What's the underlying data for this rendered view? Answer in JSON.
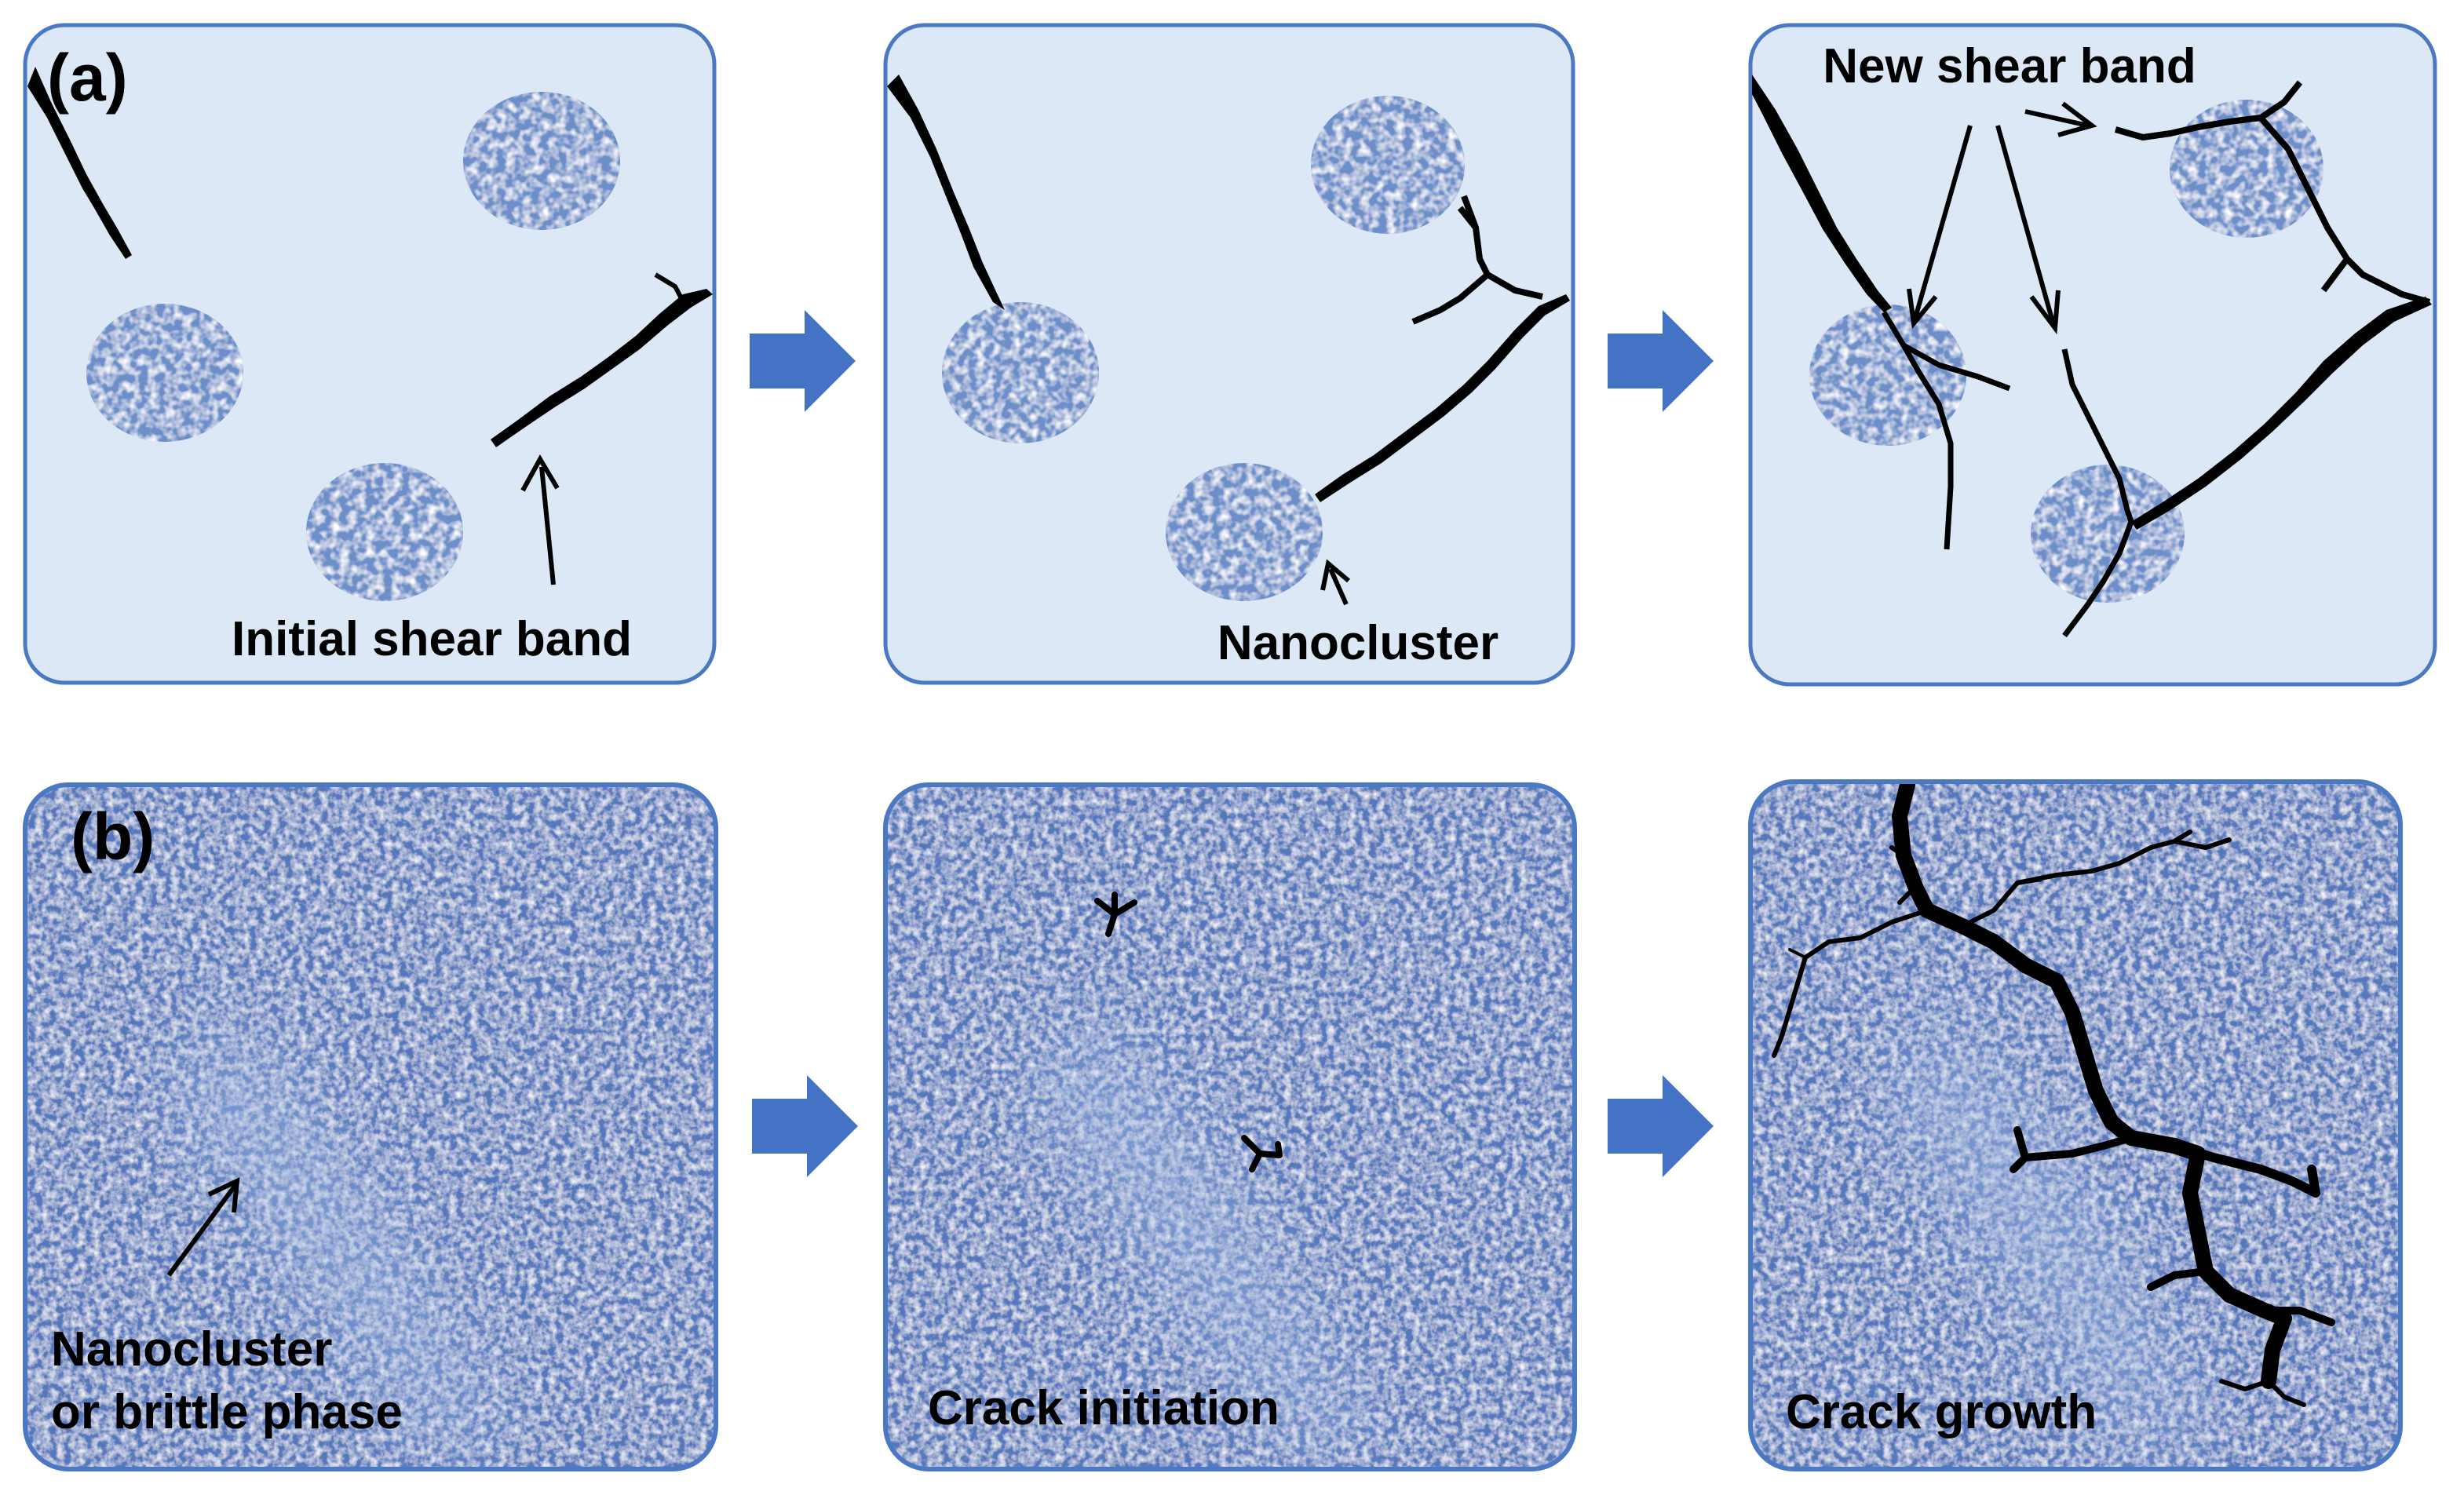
{
  "row_a": {
    "label": "(a)",
    "annotations": {
      "initial_shear_band": "Initial shear band",
      "nanocluster": "Nanocluster",
      "new_shear_band": "New shear band"
    }
  },
  "row_b": {
    "label": "(b)",
    "annotations": {
      "nanocluster_line1": "Nanocluster",
      "nanocluster_line2": "or brittle phase",
      "crack_initiation": "Crack initiation",
      "crack_growth": "Crack growth"
    }
  },
  "colors": {
    "panel_a_fill": "#dce8f6",
    "panel_border": "#4a78c2",
    "cluster": "#6d8fc9",
    "micrograph": "#5577bb",
    "arrow": "#4472c4",
    "crack": "#000000"
  }
}
